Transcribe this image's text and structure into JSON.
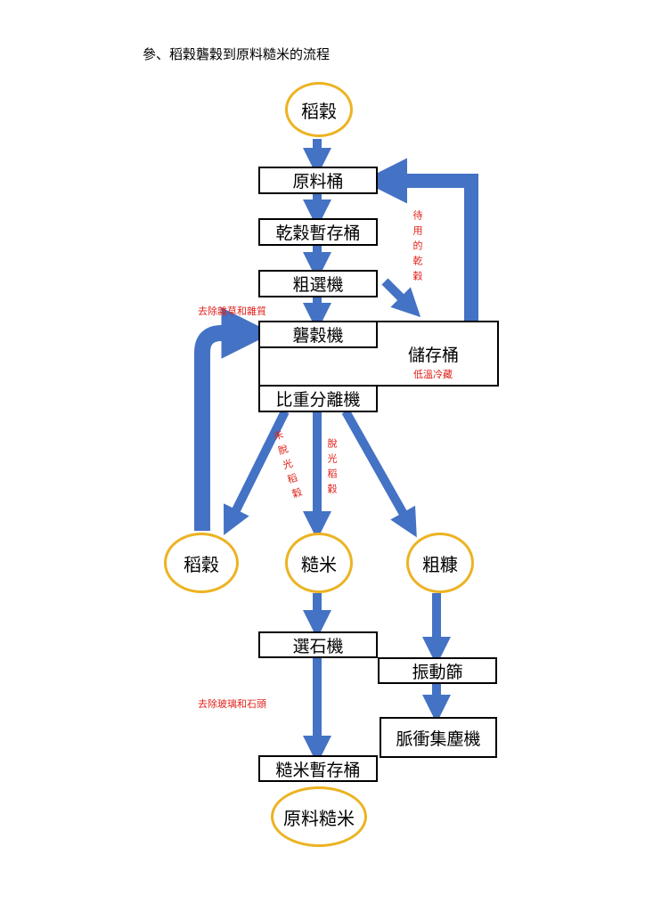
{
  "title": "參、稻穀礱穀到原料糙米的流程",
  "nodes": {
    "paddy_top": "稻穀",
    "raw_bin": "原料桶",
    "dry_bin": "乾穀暫存桶",
    "pre_cleaner": "粗選機",
    "husker": "礱穀機",
    "storage_bin": "儲存桶",
    "gravity_separator": "比重分離機",
    "paddy_return": "稻穀",
    "brown_rice": "糙米",
    "rice_bran": "粗糠",
    "destoner": "選石機",
    "vibrating_screen": "振動篩",
    "pulse_collector": "脈衝集塵機",
    "brown_rice_bin": "糙米暫存桶",
    "raw_brown_rice": "原料糙米"
  },
  "notes": {
    "remove_weeds": "去除雜草和雜質",
    "pending_dry": "待用的乾穀",
    "low_temp": "低溫冷藏",
    "unhulled": "未脫光稻穀",
    "hulled": "脫光稻穀",
    "remove_glass": "去除玻璃和石頭"
  },
  "colors": {
    "arrow": "#4472c4",
    "oval_border": "#ecb322",
    "note_text": "#e0211a"
  }
}
